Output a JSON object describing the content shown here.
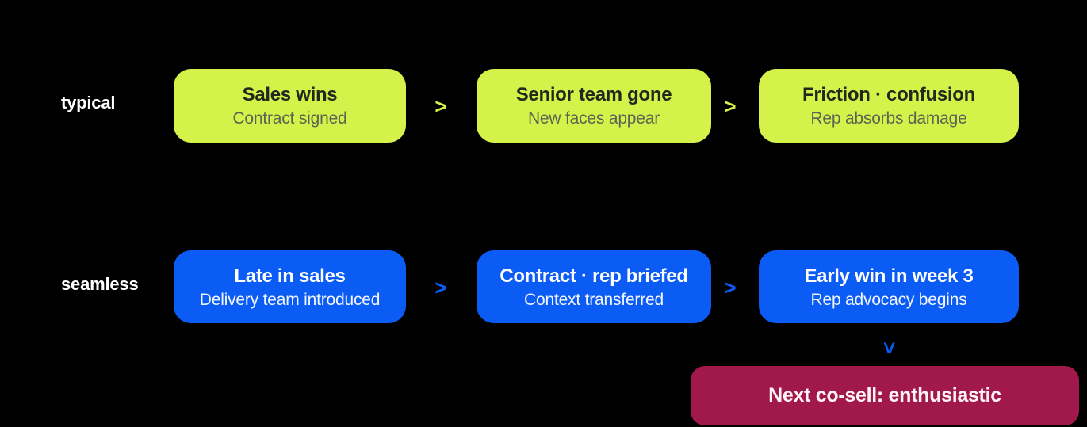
{
  "diagram": {
    "rows": [
      {
        "label": "typical",
        "boxes": [
          {
            "title": "Sales wins",
            "subtitle": "Contract signed"
          },
          {
            "title": "Senior team gone",
            "subtitle": "New faces appear"
          },
          {
            "title": "Friction · confusion",
            "subtitle": "Rep absorbs damage"
          }
        ]
      },
      {
        "label": "seamless",
        "boxes": [
          {
            "title": "Late in sales",
            "subtitle": "Delivery team introduced"
          },
          {
            "title": "Contract · rep briefed",
            "subtitle": "Context transferred"
          },
          {
            "title": "Early win in week 3",
            "subtitle": "Rep advocacy begins"
          }
        ]
      }
    ],
    "outcome": {
      "label": "Next co-sell: enthusiastic"
    }
  },
  "icons": {
    "chevron_right": ">",
    "chevron_down": ">"
  },
  "colors": {
    "background": "#000000",
    "lime": "#D5F24B",
    "blue": "#0B5BF5",
    "maroon": "#A0194A",
    "lime_title_text": "#20291C",
    "lime_subtitle_text": "#5C6452",
    "blue_title_text": "#FFFFFF",
    "blue_subtitle_text": "#F2F6FF",
    "row_label_text": "#FFFFFF",
    "outcome_text": "#FFF3F6"
  }
}
